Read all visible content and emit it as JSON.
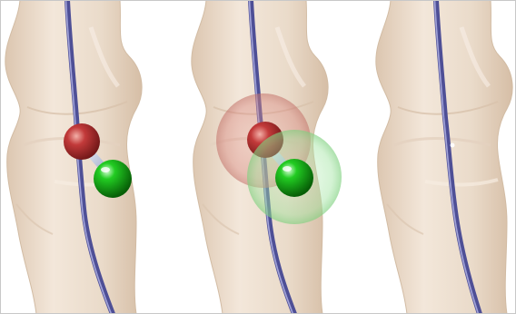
{
  "image": {
    "background_color": "#ffffff",
    "panels": [
      {
        "name": "panel-left",
        "shows_marker": true,
        "marker_halo": false
      },
      {
        "name": "panel-middle",
        "shows_marker": true,
        "marker_halo": true
      },
      {
        "name": "panel-right",
        "shows_marker": false,
        "marker_halo": false
      }
    ],
    "colors": {
      "bone_fill": "#ecdccb",
      "bone_edge": "#d9c4ad",
      "vessel": "#4e4f96",
      "vessel_highlight": "#b6b8ea",
      "red_sphere": "#c23a3a",
      "green_sphere": "#1fbf1f",
      "connector": "#c9d3e6"
    }
  }
}
